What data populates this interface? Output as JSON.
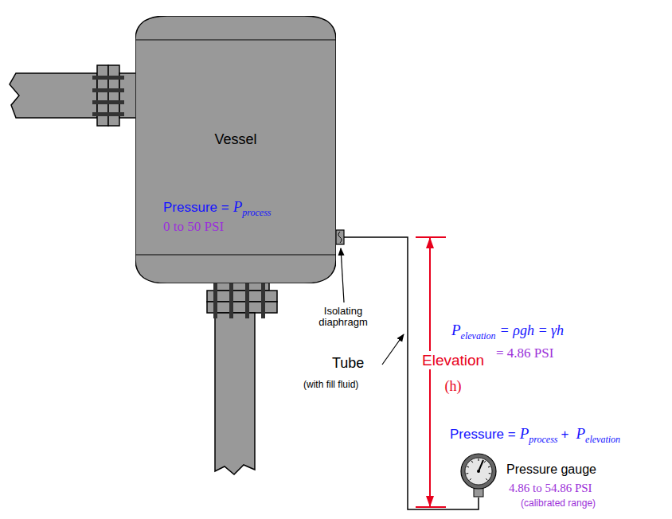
{
  "diagram": {
    "nodes": [
      {
        "text": [
          "Vessel"
        ]
      },
      {
        "text": [
          "Pressure gauge",
          "4.86 to 54.86 PSI",
          "(calibrated range)"
        ]
      }
    ],
    "edges": [
      {
        "from": 0,
        "to": 1,
        "arrow": "none"
      }
    ],
    "labels": [
      "Pressure =",
      "P",
      "process",
      "0 to 50 PSI",
      "Isolating diaphragm",
      "Tube",
      "(with fill fluid)",
      "Elevation",
      "(h)",
      "P",
      "elevation",
      "= ρgh = γh",
      "= 4.86 PSI",
      "Pressure =",
      "P",
      "process",
      "+",
      "P",
      "elevation"
    ]
  }
}
